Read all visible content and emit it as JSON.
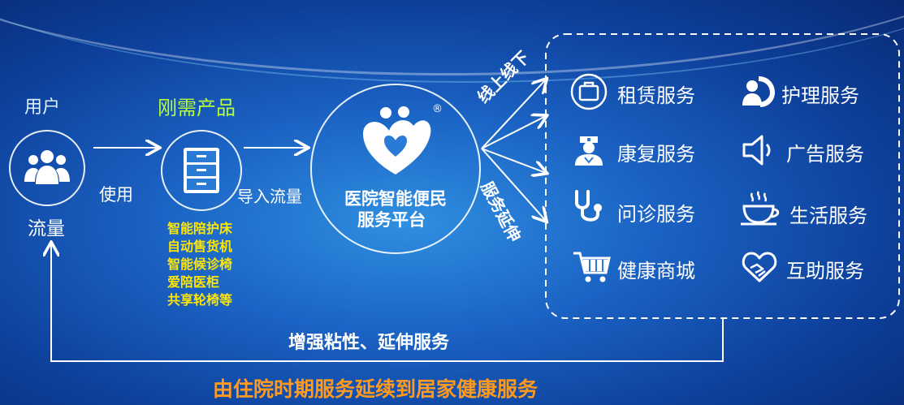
{
  "diagram": {
    "user_label": "用户",
    "traffic_label": "流量",
    "use_label": "使用",
    "product_title": "刚需产品",
    "product_items": [
      "智能陪护床",
      "自动售货机",
      "智能候诊椅",
      "爱陪医柜",
      "共享轮椅等"
    ],
    "import_traffic_label": "导入流量",
    "platform_line1": "医院智能便民",
    "platform_line2": "服务平台",
    "online_offline_label": "线上线下",
    "service_extension_label": "服务延伸",
    "services": [
      {
        "label": "租赁服务",
        "icon": "briefcase-icon"
      },
      {
        "label": "护理服务",
        "icon": "nursing-profile-icon"
      },
      {
        "label": "康复服务",
        "icon": "nurse-icon"
      },
      {
        "label": "广告服务",
        "icon": "speaker-icon"
      },
      {
        "label": "问诊服务",
        "icon": "stethoscope-icon"
      },
      {
        "label": "生活服务",
        "icon": "coffee-cup-icon"
      },
      {
        "label": "健康商城",
        "icon": "shopping-cart-icon"
      },
      {
        "label": "互助服务",
        "icon": "handshake-icon"
      }
    ],
    "loop_label": "增强粘性、延伸服务",
    "bottom_caption": "由住院时期服务延续到居家健康服务",
    "colors": {
      "product_yellow": "#ffe600",
      "product_green": "#b6ff3a",
      "caption_orange": "#ff9a1f",
      "line_white": "#ffffff"
    }
  }
}
